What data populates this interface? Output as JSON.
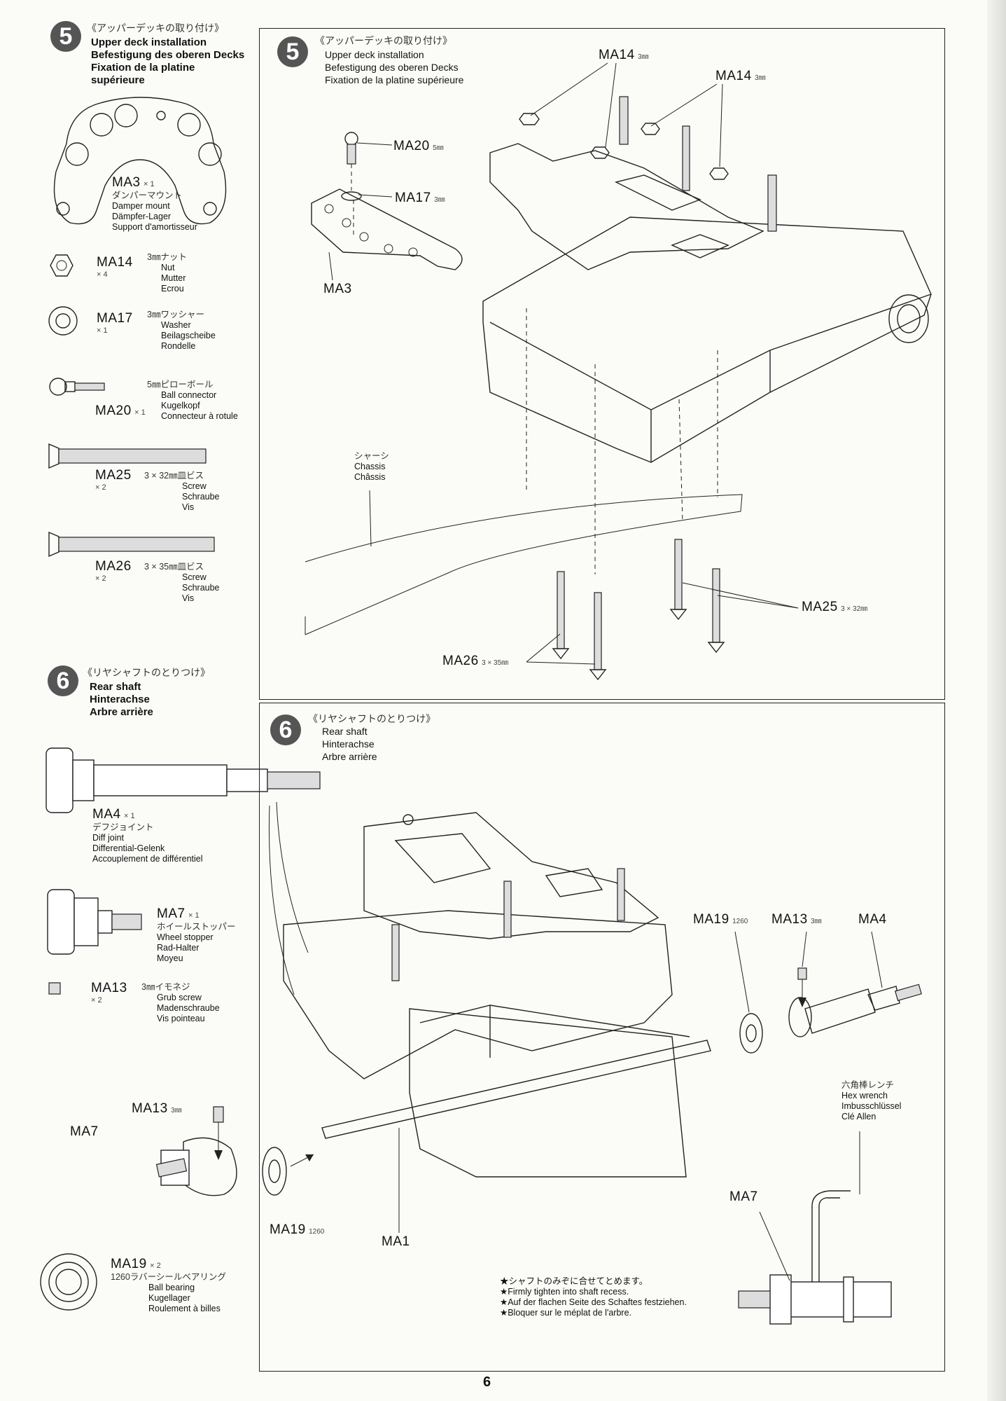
{
  "page_number": "6",
  "left": {
    "step5": {
      "number": "5",
      "title_jp": "《アッパーデッキの取り付け》",
      "title_en": "Upper deck installation",
      "title_de": "Befestigung des oberen Decks",
      "title_fr": "Fixation de la platine",
      "title_fr2": "supérieure",
      "parts": [
        {
          "code": "MA3",
          "qty": "× 1",
          "jp": "ダンパーマウント",
          "en": "Damper mount",
          "de": "Dämpfer-Lager",
          "fr": "Support d'amortisseur"
        },
        {
          "code": "MA14",
          "qty": "× 4",
          "jp": "3㎜ナット",
          "en": "Nut",
          "de": "Mutter",
          "fr": "Ecrou"
        },
        {
          "code": "MA17",
          "qty": "× 1",
          "jp": "3㎜ワッシャー",
          "en": "Washer",
          "de": "Beilagscheibe",
          "fr": "Rondelle"
        },
        {
          "code": "MA20",
          "qty": "× 1",
          "jp": "5㎜ピローボール",
          "en": "Ball connector",
          "de": "Kugelkopf",
          "fr": "Connecteur à rotule"
        },
        {
          "code": "MA25",
          "qty": "× 2",
          "jp": "3 × 32㎜皿ビス",
          "en": "Screw",
          "de": "Schraube",
          "fr": "Vis"
        },
        {
          "code": "MA26",
          "qty": "× 2",
          "jp": "3 × 35㎜皿ビス",
          "en": "Screw",
          "de": "Schraube",
          "fr": "Vis"
        }
      ]
    },
    "step6": {
      "number": "6",
      "title_jp": "《リヤシャフトのとりつけ》",
      "title_en": "Rear shaft",
      "title_de": "Hinterachse",
      "title_fr": "Arbre arrière",
      "parts": [
        {
          "code": "MA4",
          "qty": "× 1",
          "jp": "デフジョイント",
          "en": "Diff joint",
          "de": "Differential-Gelenk",
          "fr": "Accouplement de différentiel"
        },
        {
          "code": "MA7",
          "qty": "× 1",
          "jp": "ホイールストッパー",
          "en": "Wheel stopper",
          "de": "Rad-Halter",
          "fr": "Moyeu"
        },
        {
          "code": "MA13",
          "qty": "× 2",
          "jp": "3㎜イモネジ",
          "en": "Grub screw",
          "de": "Madenschraube",
          "fr": "Vis pointeau"
        },
        {
          "code": "MA19",
          "qty": "× 2",
          "jp": "1260ラバーシールベアリング",
          "en": "Ball bearing",
          "de": "Kugellager",
          "fr": "Roulement à billes"
        }
      ],
      "ma13_label": "MA13",
      "ma13_size": "3㎜",
      "ma7_label": "MA7",
      "ma19_label": "MA19",
      "ma19_size": "1260",
      "ma1_label": "MA1"
    }
  },
  "panel5": {
    "number": "5",
    "title_jp": "《アッパーデッキの取り付け》",
    "title_en": "Upper deck installation",
    "title_de": "Befestigung des oberen Decks",
    "title_fr": "Fixation de la platine supérieure",
    "labels": {
      "ma14a": "MA14",
      "ma14a_size": "3㎜",
      "ma14b": "MA14",
      "ma14b_size": "3㎜",
      "ma20": "MA20",
      "ma20_size": "5㎜",
      "ma17": "MA17",
      "ma17_size": "3㎜",
      "ma3": "MA3",
      "ma25": "MA25",
      "ma25_size": "3 × 32㎜",
      "ma26": "MA26",
      "ma26_size": "3 × 35㎜",
      "chassis_jp": "シャーシ",
      "chassis_en": "Chassis",
      "chassis_fr": "Châssis"
    }
  },
  "panel6": {
    "number": "6",
    "title_jp": "《リヤシャフトのとりつけ》",
    "title_en": "Rear shaft",
    "title_de": "Hinterachse",
    "title_fr": "Arbre arrière",
    "labels": {
      "ma19": "MA19",
      "ma19_size": "1260",
      "ma13": "MA13",
      "ma13_size": "3㎜",
      "ma4": "MA4",
      "hex_jp": "六角棒レンチ",
      "hex_en": "Hex wrench",
      "hex_de": "Imbusschlüssel",
      "hex_fr": "Clé Allen",
      "ma7": "MA7"
    },
    "notes": [
      "★シャフトのみぞに合せてとめます。",
      "★Firmly tighten into shaft recess.",
      "★Auf der flachen Seite des Schaftes festziehen.",
      "★Bloquer sur le méplat de l'arbre."
    ]
  }
}
